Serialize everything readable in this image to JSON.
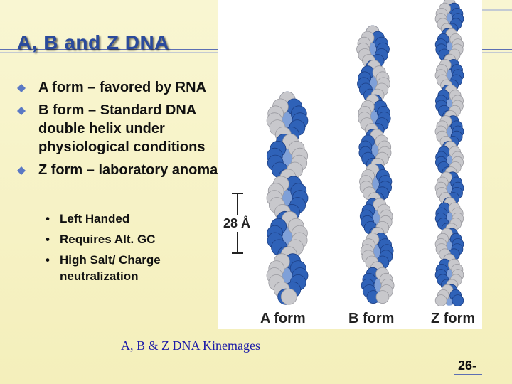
{
  "slide": {
    "title": "A, B and Z DNA",
    "bullets": [
      {
        "text": "A form – favored by RNA"
      },
      {
        "text": "B form – Standard DNA double helix under physiological conditions"
      },
      {
        "text": "Z form – laboratory anomaly,"
      }
    ],
    "sub_bullets": [
      {
        "text": "Left Handed"
      },
      {
        "text": "Requires Alt. GC"
      },
      {
        "text": "High Salt/ Charge neutralization"
      }
    ],
    "link_text": "A, B & Z DNA Kinemages",
    "page_number": "26-"
  },
  "figure": {
    "scale_label": "28 Å",
    "labels": {
      "a": "A form",
      "b": "B form",
      "z": "Z form"
    }
  },
  "colors": {
    "background": "#f7f3c8",
    "title": "#2a4a9c",
    "helix_blue": "#2f62b8",
    "helix_gray": "#c8c8cc",
    "link": "#1a1aa8"
  }
}
